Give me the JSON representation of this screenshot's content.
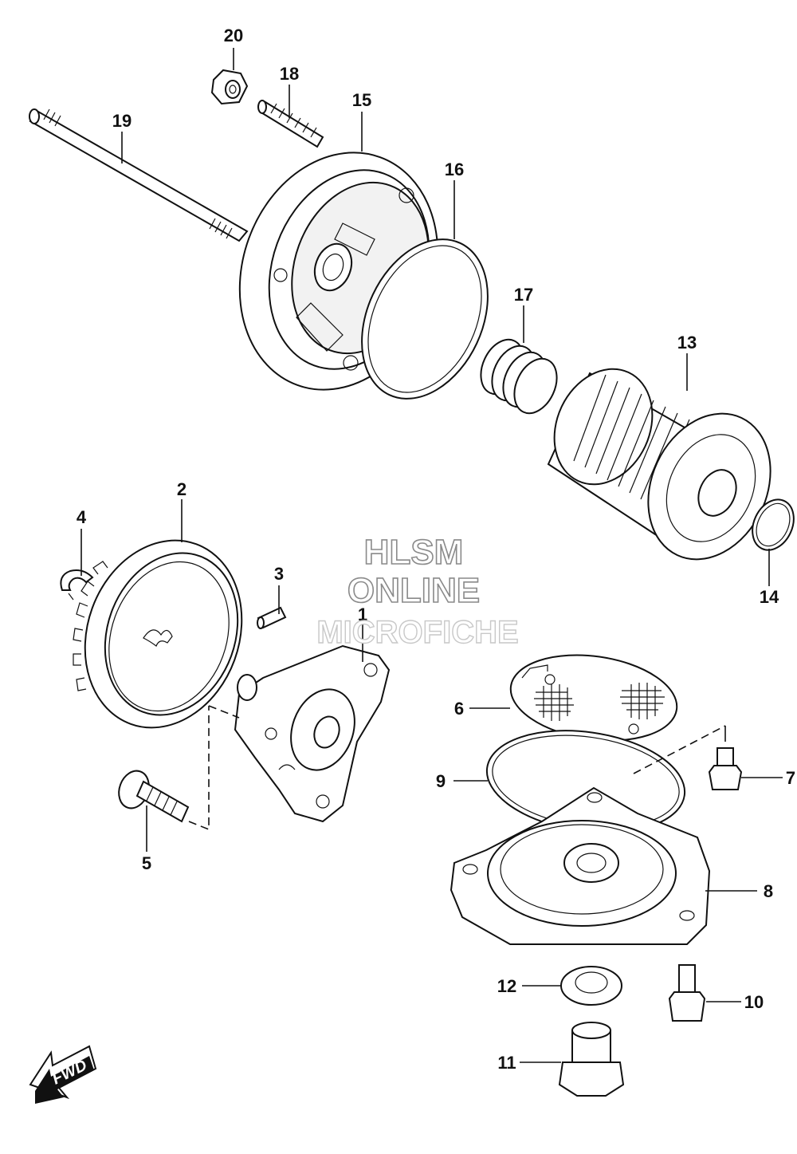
{
  "diagram": {
    "callouts": [
      {
        "num": "1"
      },
      {
        "num": "2"
      },
      {
        "num": "3"
      },
      {
        "num": "4"
      },
      {
        "num": "5"
      },
      {
        "num": "6"
      },
      {
        "num": "7"
      },
      {
        "num": "8"
      },
      {
        "num": "9"
      },
      {
        "num": "10"
      },
      {
        "num": "11"
      },
      {
        "num": "12"
      },
      {
        "num": "13"
      },
      {
        "num": "14"
      },
      {
        "num": "15"
      },
      {
        "num": "16"
      },
      {
        "num": "17"
      },
      {
        "num": "18"
      },
      {
        "num": "19"
      },
      {
        "num": "20"
      }
    ],
    "watermark": {
      "line1": "HLSM",
      "line2": "ONLINE",
      "line3": "MICROFICHE"
    },
    "fwd_label": "FWD"
  }
}
